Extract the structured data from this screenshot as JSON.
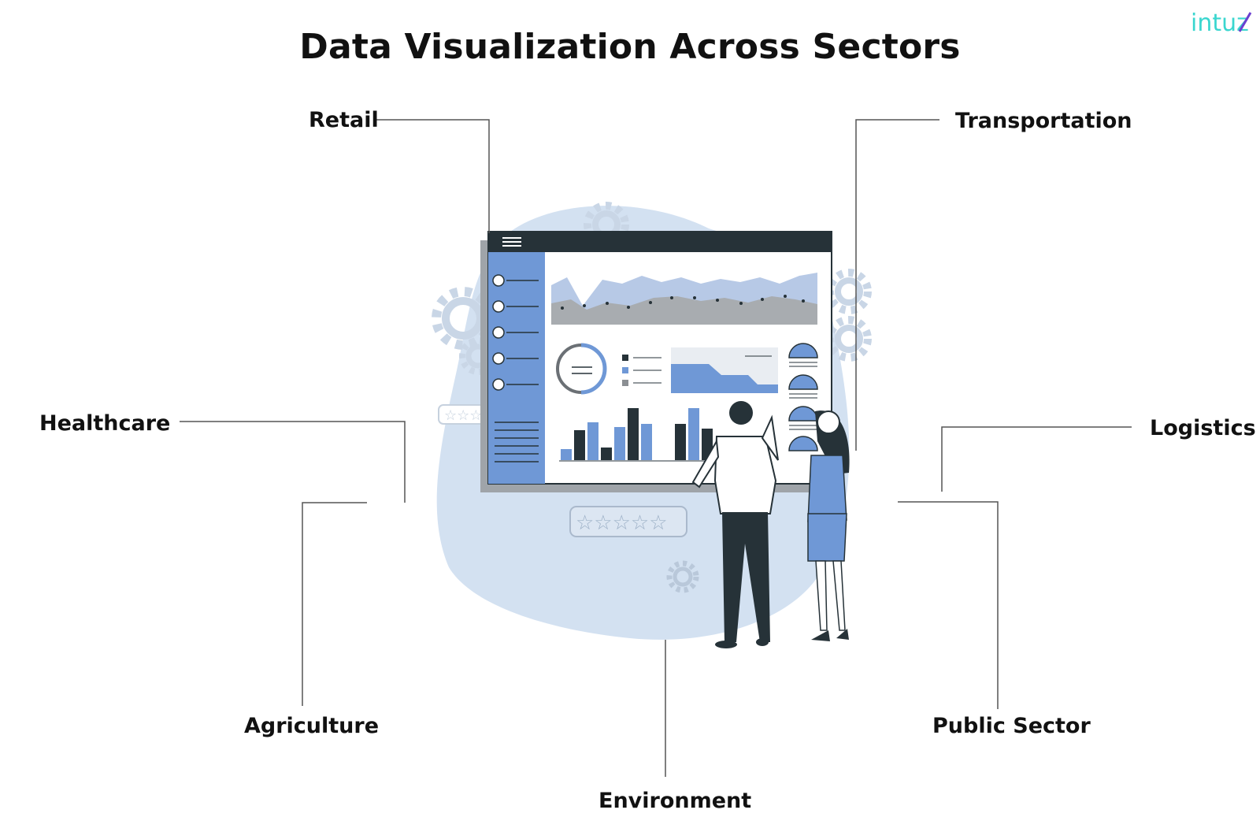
{
  "title": "Data Visualization Across Sectors",
  "logo": {
    "text": "intuz",
    "color": "#3ad6cf",
    "accent": "#6b3fd0"
  },
  "sectors": [
    {
      "id": "retail",
      "label": "Retail"
    },
    {
      "id": "transportation",
      "label": "Transportation"
    },
    {
      "id": "healthcare",
      "label": "Healthcare"
    },
    {
      "id": "logistics",
      "label": "Logistics"
    },
    {
      "id": "agriculture",
      "label": "Agriculture"
    },
    {
      "id": "public-sector",
      "label": "Public Sector"
    },
    {
      "id": "environment",
      "label": "Environment"
    }
  ],
  "colors": {
    "connector": "#555555",
    "blob": "#d3e1f1",
    "accent_blue": "#6f98d6",
    "dark": "#263238",
    "gear": "#c9d6e6"
  }
}
